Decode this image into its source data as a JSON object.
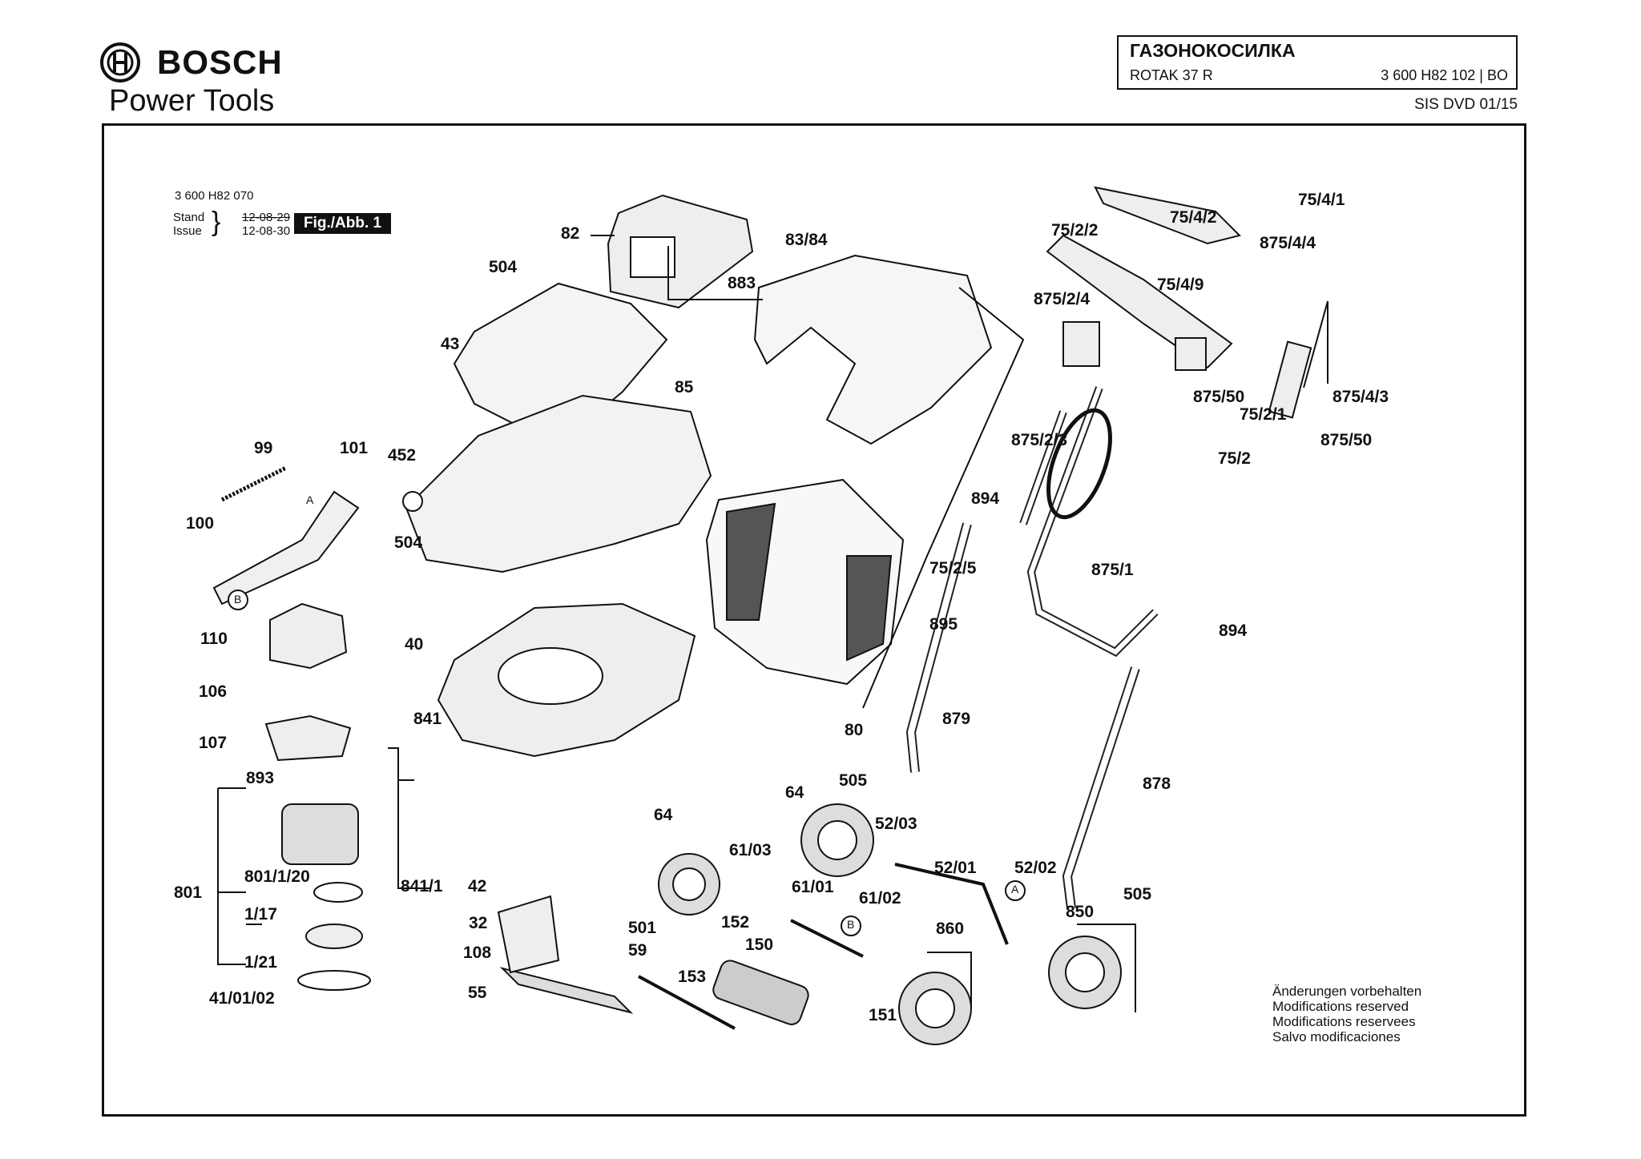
{
  "header": {
    "brand": "BOSCH",
    "subbrand": "Power Tools",
    "title": "ГАЗОНОКОСИЛКА",
    "model": "ROTAK 37 R",
    "part_number": "3 600 H82 102 | BO",
    "sis": "SIS DVD 01/15"
  },
  "figure": {
    "code": "3 600 H82 070",
    "stand_label": "Stand",
    "issue_label": "Issue",
    "stand_date": "12-08-29",
    "issue_date": "12-08-30",
    "tag": "Fig./Abb. 1"
  },
  "note": [
    "Änderungen vorbehalten",
    "Modifications reserved",
    "Modifications reservees",
    "Salvo modificaciones"
  ],
  "parts": [
    "82",
    "83/84",
    "504",
    "883",
    "43",
    "85",
    "99",
    "101",
    "452",
    "100",
    "504",
    "110",
    "40",
    "106",
    "107",
    "841",
    "893",
    "801",
    "801/1/20",
    "1/17",
    "1/21",
    "41/01/02",
    "42",
    "841/1",
    "32",
    "501",
    "59",
    "108",
    "55",
    "152",
    "150",
    "153",
    "151",
    "64",
    "64",
    "61/03",
    "52/03",
    "61/01",
    "61/02",
    "52/01",
    "52/02",
    "860",
    "850",
    "505",
    "505",
    "879",
    "80",
    "894",
    "75/2/5",
    "895",
    "875/1",
    "894",
    "878",
    "75/2/2",
    "875/2/4",
    "875/2/3",
    "75/4/2",
    "75/4/1",
    "875/4/4",
    "75/4/9",
    "875/50",
    "75/2/1",
    "875/50",
    "875/4/3",
    "75/2"
  ],
  "callouts": [
    "A",
    "A",
    "B",
    "B"
  ]
}
